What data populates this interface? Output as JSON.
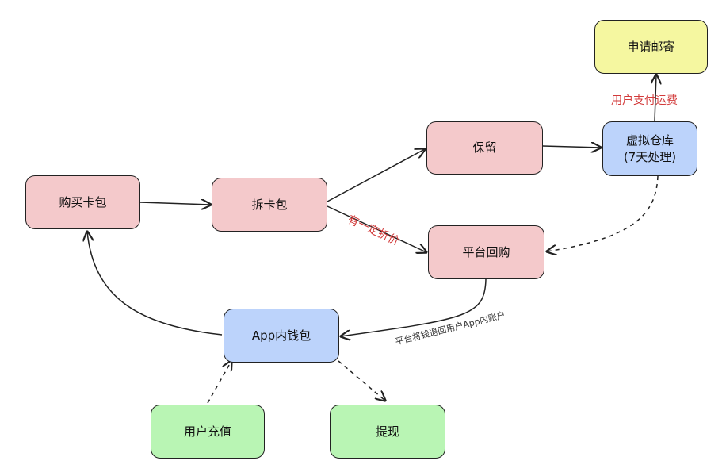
{
  "nodes": {
    "buy_pack": "购买卡包",
    "open_pack": "拆卡包",
    "keep": "保留",
    "virtual_warehouse_line1": "虚拟仓库",
    "virtual_warehouse_line2": "(7天处理)",
    "apply_mail": "申请邮寄",
    "platform_buyback": "平台回购",
    "app_wallet": "App内钱包",
    "user_recharge": "用户充值",
    "withdraw": "提现"
  },
  "edge_labels": {
    "shipping_fee": "用户支付运费",
    "discount": "有一定折价",
    "refund": "平台将钱退回用户App内账户"
  },
  "colors": {
    "pink": "#f4c9cb",
    "blue": "#bcd3fb",
    "green": "#b9f5b4",
    "yellow": "#f5f7a0",
    "label_red": "#d23a3a"
  }
}
